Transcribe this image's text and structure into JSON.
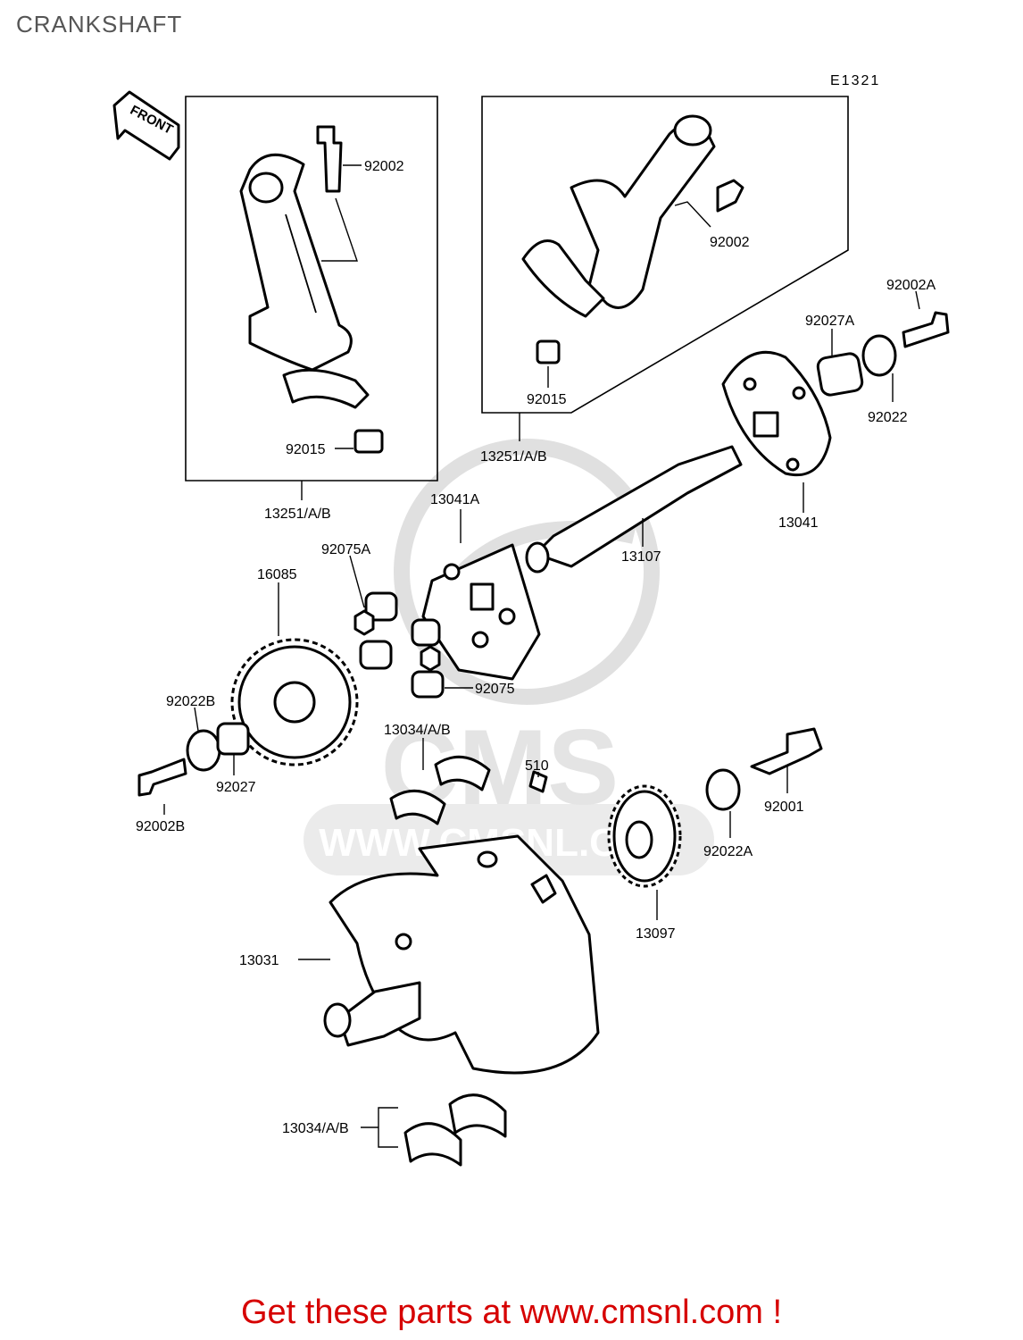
{
  "page": {
    "title": "CRANKSHAFT",
    "footer": "Get these parts at www.cmsnl.com !",
    "diagram_code": "E1321",
    "front_label": "FRONT"
  },
  "watermark": {
    "brand": "CMS",
    "site": "WWW.CMSNL.COM"
  },
  "callouts": {
    "c92002_a": "92002",
    "c92002_b": "92002",
    "c92002A": "92002A",
    "c92027A": "92027A",
    "c92022": "92022",
    "c92015_a": "92015",
    "c92015_b": "92015",
    "c13251_a": "13251/A/B",
    "c13251_b": "13251/A/B",
    "c13041": "13041",
    "c13041A": "13041A",
    "c13107": "13107",
    "c92075A": "92075A",
    "c92075": "92075",
    "c16085": "16085",
    "c92022B": "92022B",
    "c92027": "92027",
    "c92002B": "92002B",
    "c13034_a": "13034/A/B",
    "c13034_b": "13034/A/B",
    "c510": "510",
    "c92001": "92001",
    "c92022A": "92022A",
    "c13097": "13097",
    "c13031": "13031"
  }
}
